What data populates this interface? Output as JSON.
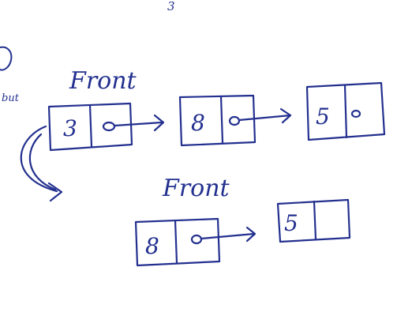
{
  "page_marker": "3",
  "left_margin": {
    "partial_glyph": "0",
    "partial_text": "but"
  },
  "list_top": {
    "pointer_label": "Front",
    "nodes": [
      {
        "value": "3"
      },
      {
        "value": "8"
      },
      {
        "value": "5"
      }
    ]
  },
  "list_bottom": {
    "pointer_label": "Front",
    "nodes": [
      {
        "value": "8"
      },
      {
        "value": "5"
      }
    ]
  },
  "ink_color": "#23308f"
}
